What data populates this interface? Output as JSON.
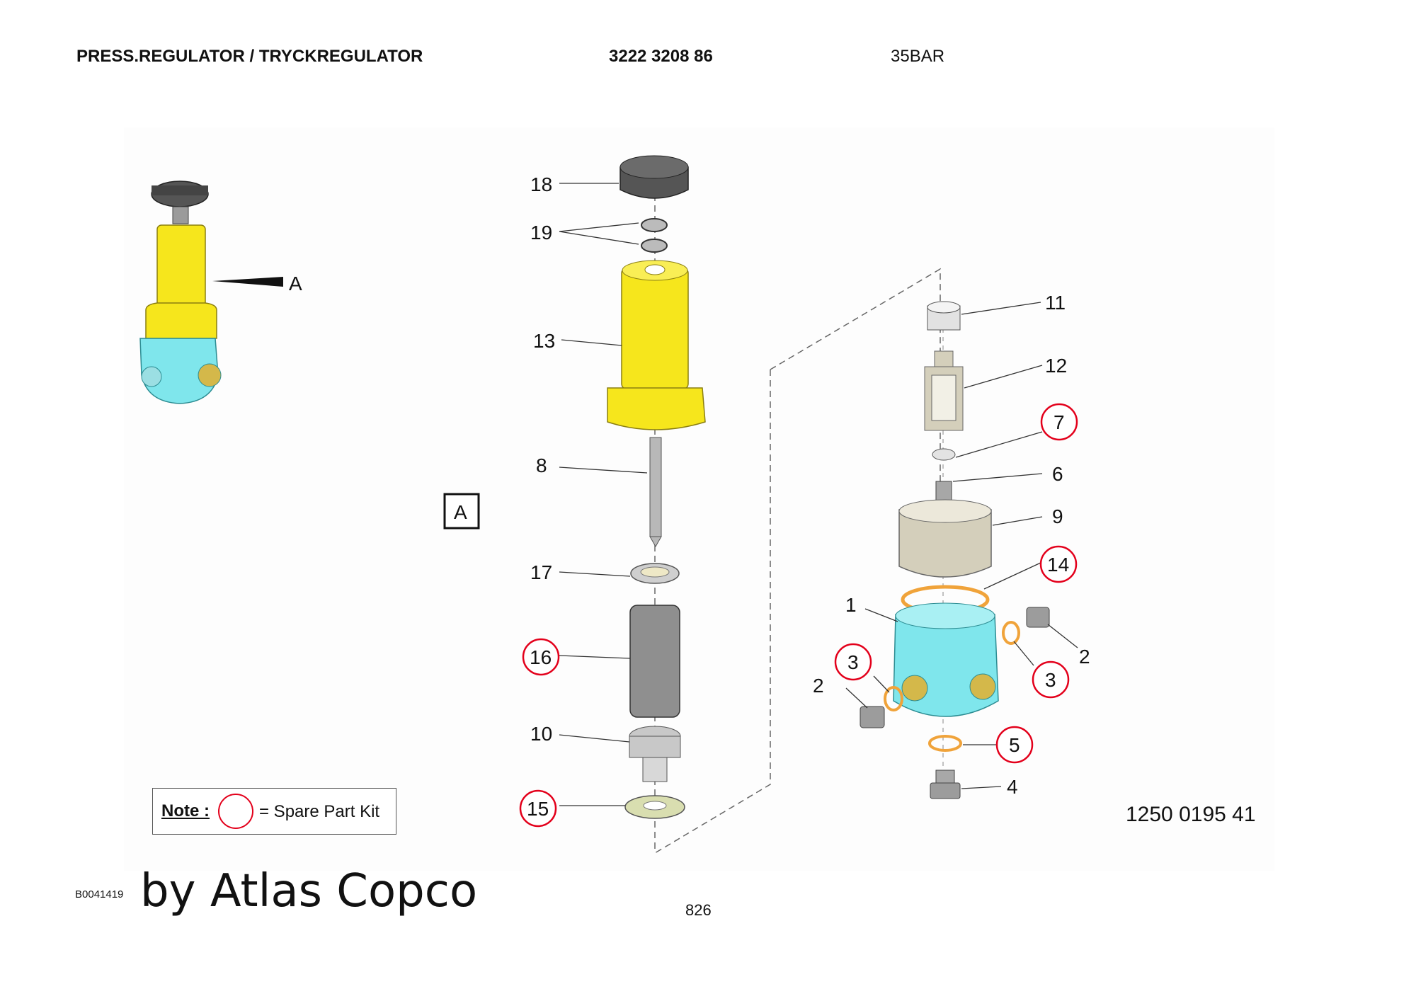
{
  "header": {
    "title": "PRESS.REGULATOR / TRYCKREGULATOR",
    "part_number": "3222 3208 86",
    "rating": "35BAR"
  },
  "view_marker": {
    "arrow_label": "A",
    "box_label": "A"
  },
  "callouts": {
    "c1": "1",
    "c2a": "2",
    "c2b": "2",
    "c3a": "3",
    "c3b": "3",
    "c4": "4",
    "c5": "5",
    "c6": "6",
    "c7": "7",
    "c8": "8",
    "c9": "9",
    "c10": "10",
    "c11": "11",
    "c12": "12",
    "c13": "13",
    "c14": "14",
    "c15": "15",
    "c16": "16",
    "c17": "17",
    "c18": "18",
    "c19": "19"
  },
  "note": {
    "label": "Note :",
    "text": "= Spare Part Kit"
  },
  "footer": {
    "drawing_code": "B0041419",
    "byline": "by Atlas Copco",
    "page_number": "826",
    "reference": "1250 0195 41"
  },
  "colors": {
    "bonnet": "#f6e61c",
    "body": "#7fe6ec",
    "knob": "#555555",
    "spare_kit_circle": "#e3001b",
    "o_ring": "#f0a33a",
    "metal": "#cfccc0"
  }
}
